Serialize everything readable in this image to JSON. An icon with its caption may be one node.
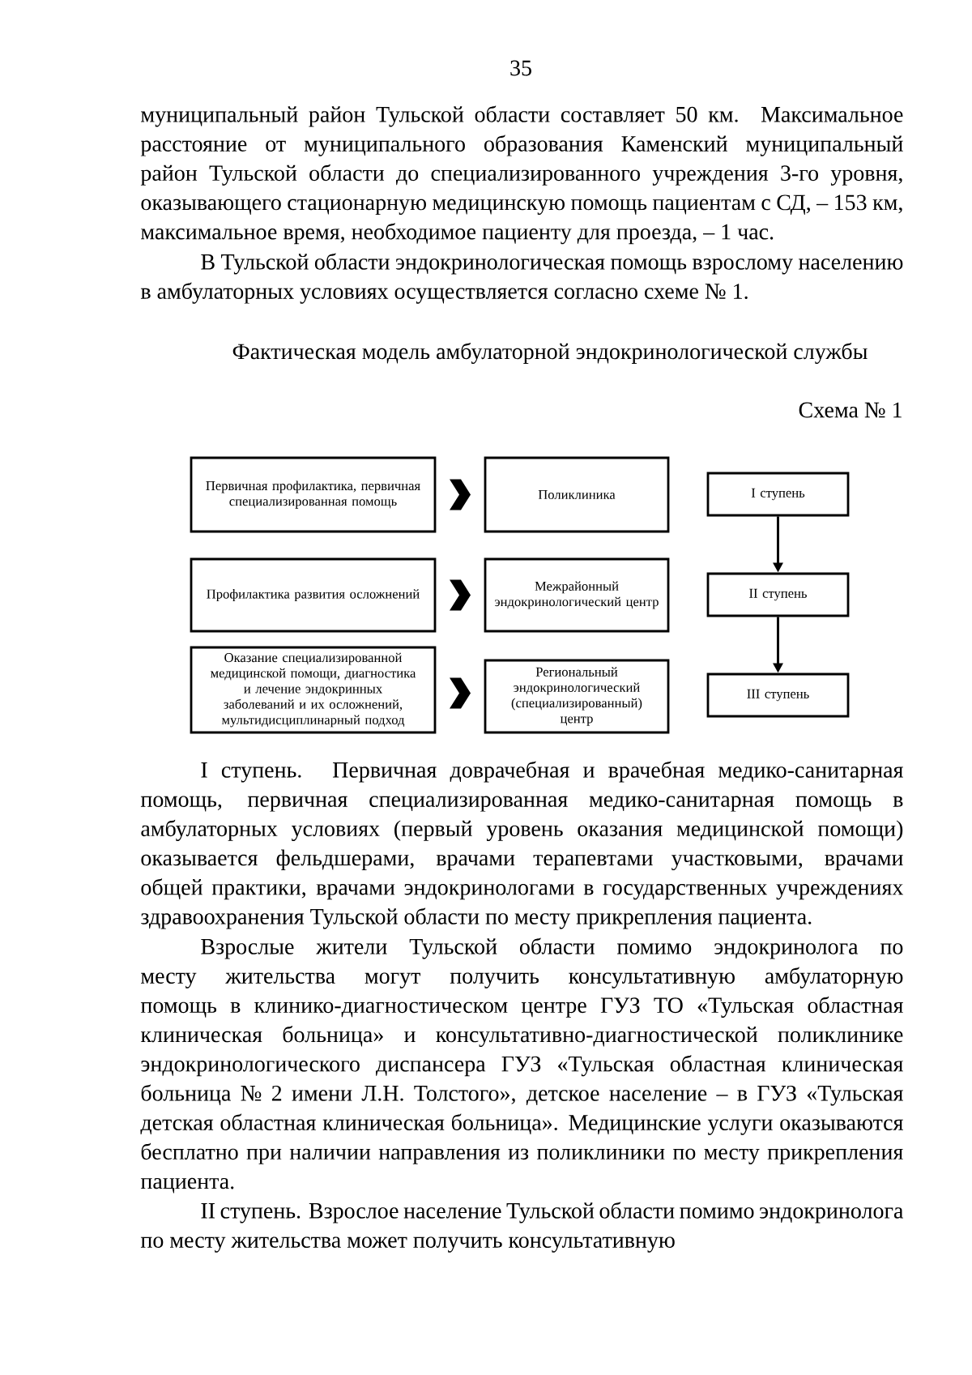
{
  "diagram": {
    "title": "Фактическая модель амбулаторной эндокринологической службы",
    "nodes": [
      {
        "text": [
          "Первичная профилактика, первичная специализированная помощь"
        ]
      },
      {
        "text": [
          "Поликлиника"
        ]
      },
      {
        "text": [
          "Профилактика развития осложнений"
        ]
      },
      {
        "text": [
          "Межрайонный эндокринологический центр"
        ]
      },
      {
        "text": [
          "Оказание специализированной медицинской помощи, диагностика и лечение эндокринных заболеваний и их осложнений, мультидисциплинарный подход"
        ]
      },
      {
        "text": [
          "Региональный эндокринологический (специализированный) центр"
        ]
      },
      {
        "text": [
          "I ступень"
        ]
      },
      {
        "text": [
          "II ступень"
        ]
      },
      {
        "text": [
          "III ступень"
        ]
      }
    ],
    "edges": [
      {
        "from": 0,
        "to": 1,
        "arrow": "to"
      },
      {
        "from": 2,
        "to": 3,
        "arrow": "to"
      },
      {
        "from": 4,
        "to": 5,
        "arrow": "to"
      },
      {
        "from": 6,
        "to": 7,
        "arrow": "to"
      },
      {
        "from": 7,
        "to": 8,
        "arrow": "to"
      }
    ],
    "labels": [
      "35",
      "муниципальный район Тульской области составляет 50 км. Максимальное расстояние от муниципального образования Каменский муниципальный район Тульской области до специализированного учреждения 3-го уровня, оказывающего стационарную медицинскую помощь пациентам с СД, – 153 км, максимальное время, необходимое пациенту для проезда, – 1 час.",
      "В Тульской области эндокринологическая помощь взрослому населению в амбулаторных условиях осуществляется согласно схеме № 1.",
      "Схема № 1",
      "I ступень. Первичная доврачебная и врачебная медико-санитарная помощь, первичная специализированная медико-санитарная помощь в амбулаторных условиях (первый уровень оказания медицинской помощи) оказывается фельдшерами, врачами терапевтами участковыми, врачами общей практики, врачами эндокринологами в государственных учреждениях здравоохранения Тульской области по месту прикрепления пациента.",
      "Взрослые жители Тульской области помимо эндокринолога по месту жительства могут получить консультативную амбулаторную помощь в клинико-диагностическом центре ГУЗ ТО «Тульская областная клиническая больница» и консультативно-диагностической поликлинике эндокринологического диспансера ГУЗ «Тульская областная клиническая больница № 2 имени Л.Н. Толстого», детское население – в ГУЗ «Тульская детская областная клиническая больница». Медицинские услуги оказываются бесплатно при наличии направления из поликлиники по месту прикрепления пациента.",
      "II ступень. Взрослое население Тульской области помимо эндокринолога по месту жительства может получить консультативную"
    ]
  }
}
